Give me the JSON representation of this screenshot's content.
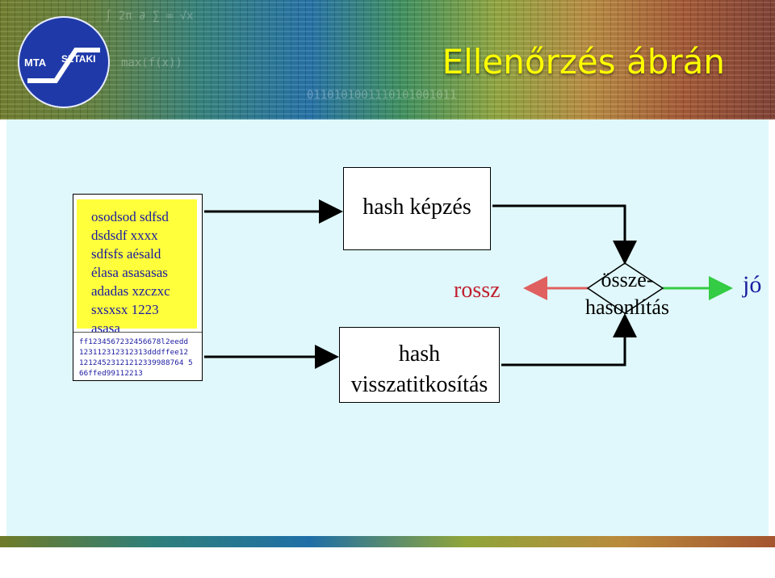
{
  "title": "Ellenőrzés ábrán",
  "logo": {
    "left_text": "MTA",
    "right_text": "SZTAKI"
  },
  "document": {
    "text_lines": [
      "osodsod  sdfsd",
      "dsdsdf  xxxx",
      "sdfsfs aésald",
      "élasa asasasas",
      "adadas xzczxc",
      "sxsxsx 1223",
      "asasa"
    ],
    "hash_lines": [
      "ff1234567232456678l2eedd",
      "123112312312313dddffee12",
      "12124523121212339988764 5",
      "66ffed99112213"
    ]
  },
  "nodes": {
    "hash_kepzes": "hash képzés",
    "hash_visszatitkositas_line1": "hash",
    "hash_visszatitkositas_line2": "visszatitkosítás",
    "osszehasonlitas_line1": "össze-",
    "osszehasonlitas_line2": "hasonlítás"
  },
  "outcomes": {
    "bad": "rossz",
    "good": "jó"
  },
  "colors": {
    "title": "#ffff00",
    "bad_arrow": "#e06060",
    "good_arrow": "#33cc44",
    "bad_text": "#c02030",
    "text_blue": "#1a1aa0",
    "content_bg": "#e0f8fb"
  }
}
